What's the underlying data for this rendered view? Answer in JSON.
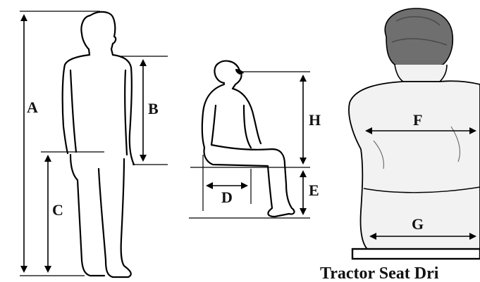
{
  "labels": {
    "A": "A",
    "B": "B",
    "C": "C",
    "D": "D",
    "E": "E",
    "F": "F",
    "G": "G",
    "H": "H"
  },
  "caption": "Tractor Seat Dri",
  "colors": {
    "line": "#000000",
    "hair": "#6f6f6f",
    "back": "#f2f2f2",
    "background": "#ffffff"
  }
}
